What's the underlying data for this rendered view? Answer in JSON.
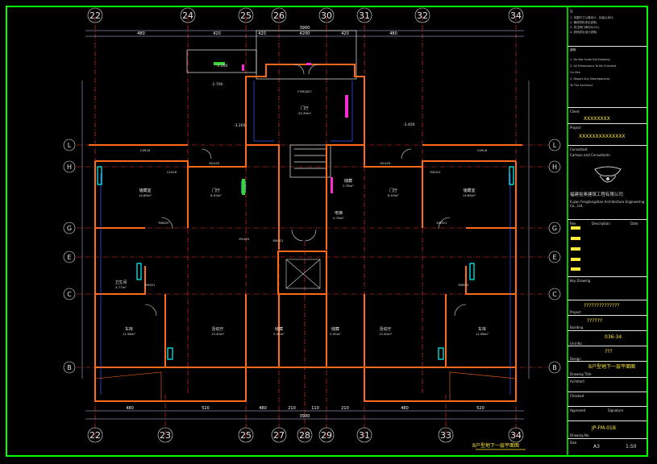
{
  "drawing": {
    "title_bottom": "B户型地下一层平面图",
    "grid_top": [
      "22",
      "24",
      "25",
      "26",
      "30",
      "31",
      "32",
      "34"
    ],
    "grid_bottom": [
      "22",
      "23",
      "25",
      "27",
      "28",
      "29",
      "31",
      "33",
      "34"
    ],
    "grid_left": [
      "L",
      "H",
      "G",
      "E",
      "C",
      "B"
    ],
    "grid_right": [
      "L",
      "H",
      "G",
      "E",
      "C",
      "B"
    ],
    "dims_top": [
      "480",
      "420",
      "420",
      "4200",
      "420",
      "480"
    ],
    "dims_bottom": [
      "480",
      "520",
      "480",
      "210",
      "110",
      "210",
      "480",
      "520",
      "480"
    ],
    "overall_dim_top": "3900",
    "overall_dim_bottom": "3900",
    "levels": [
      "-2.700",
      "-3.400",
      "-3.200",
      "-3.200"
    ],
    "rooms": [
      {
        "name": "门厅",
        "area": "25.39m²"
      },
      {
        "name": "储藏室",
        "area": "14.69m²"
      },
      {
        "name": "门厅",
        "area": "8.93m²"
      },
      {
        "name": "储藏",
        "area": "2.78m²"
      },
      {
        "name": "门厅",
        "area": "8.93m²"
      },
      {
        "name": "储藏室",
        "area": "14.69m²"
      },
      {
        "name": "卫生间",
        "area": "4.77m²"
      },
      {
        "name": "车库",
        "area": "11.98m²"
      },
      {
        "name": "活动厅",
        "area": "13.40m²"
      },
      {
        "name": "储藏",
        "area": "5.95m²"
      },
      {
        "name": "储藏",
        "area": "5.95m²"
      },
      {
        "name": "活动厅",
        "area": "13.40m²"
      },
      {
        "name": "车库",
        "area": "11.98m²"
      },
      {
        "name": "电梯",
        "area": "0.78m²"
      }
    ],
    "door_tags": [
      "M0825",
      "M1425",
      "M0921",
      "M1425",
      "M0921",
      "M0921",
      "M0825",
      "M1425",
      "C0916",
      "C2416",
      "C0916",
      "M2021",
      "FYM1827"
    ]
  },
  "title_block": {
    "notes_header": "注",
    "notes": [
      "1. 本图尺寸以毫米计，标高以米计。",
      "2. 墙体材料详见说明。",
      "3. 未注明门垛均为120。",
      "4. 其他详见设计说明。"
    ],
    "remarks_header": "说明",
    "remarks": [
      "1. Do Not Scale the Drawing",
      "2. All Dimensions To Be Checked",
      "   On Site",
      "3. Report Any Discrepancies",
      "   To The Architect"
    ],
    "client_label": "Client",
    "client_value": "XXXXXXXX",
    "project_label": "Project",
    "project_value": "XXXXXXXXXXXXXX",
    "consultant_label": "Consultant",
    "consultant_sub": "Cartoon and Consultants",
    "company_cn": "福建拾奥建筑工程有限公司",
    "company_en": "Fujian Fengtongshan Architecture Engineering Co., Ltd.",
    "revision_header": [
      "Rev.",
      "Description",
      "Date"
    ],
    "key_drawing": "Key Drawing",
    "project_name_label": "Project",
    "project_name": "??????????????",
    "building_label": "Building",
    "building_value": "??????",
    "unit_label": "Unit No.",
    "unit_value": "036-34",
    "design_label": "Design",
    "design_value": "???",
    "title_label": "Drawing Title",
    "title_value": "B户型地下一层平面图",
    "architect_label": "Architect",
    "checked_label": "Checked",
    "approved_label": "Approved",
    "signature_label": "Signature",
    "drawing_no_label": "Drawing No.",
    "drawing_no": "JP-FM-01B",
    "size_label": "Size",
    "size_value": "A3",
    "scale_value": "1:50"
  },
  "colors": {
    "background": "#000000",
    "frame": "#00ff00",
    "wall": "#ff6a1a",
    "grid_axis": "#ff2020",
    "dimension": "#d9d9ff",
    "text_yellow": "#ffeb3b",
    "cyan": "#00ffff",
    "magenta": "#ff2bd4",
    "blue": "#3b55ff"
  }
}
